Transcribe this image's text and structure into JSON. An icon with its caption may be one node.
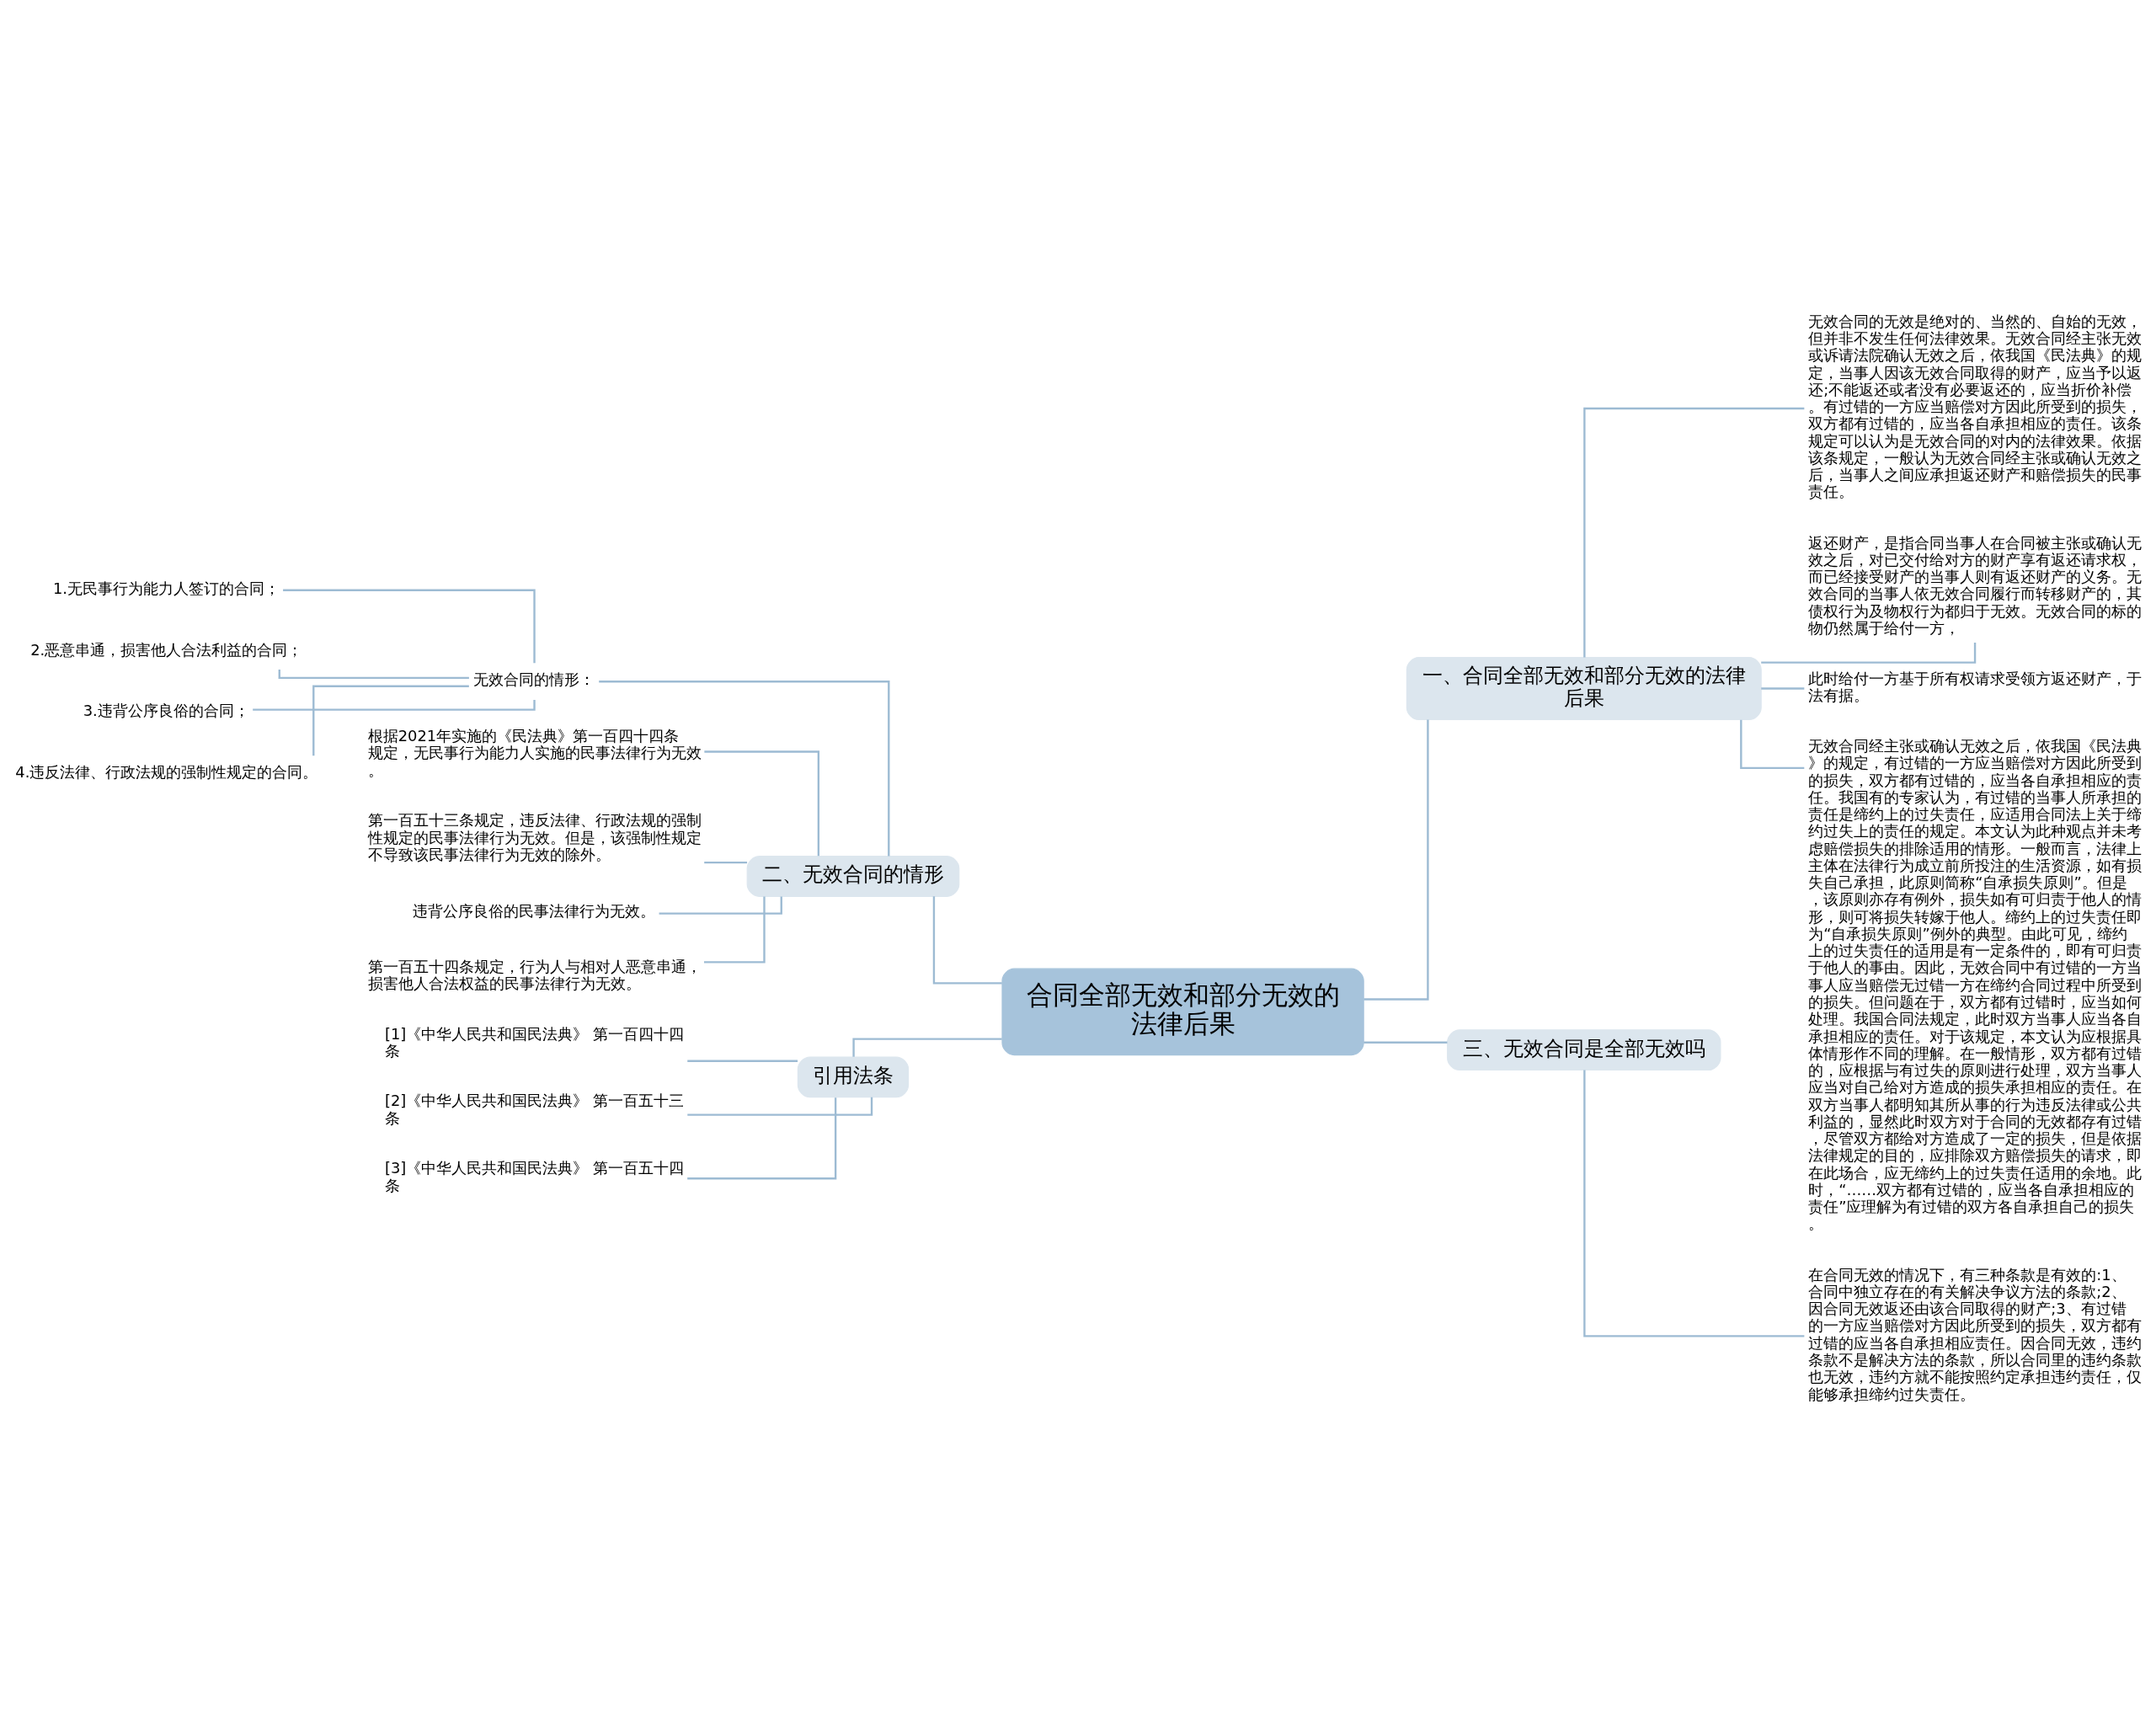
{
  "diagram": {
    "nodes": [
      {
        "text": [
          "合同全部无效和部分无效的法律后果"
        ]
      },
      {
        "text": [
          "一、合同全部无效和部分无效的法律后果"
        ]
      },
      {
        "text": [
          "无效合同的无效是绝对的、当然的、自始的无效，但并非不发生任何法律效果。无效合同经主张无效或诉请法院确认无效之后，依我国《民法典》的规定，当事人因该无效合同取得的财产，应当予以返还;不能返还或者没有必要返还的，应当折价补偿。有过错的一方应当赔偿对方因此所受到的损失，双方都有过错的，应当各自承担相应的责任。该条规定可以认为是无效合同的对内的法律效果。依据该条规定，一般认为无效合同经主张或确认无效之后，当事人之间应承担返还财产和赔偿损失的民事责任。"
        ]
      },
      {
        "text": [
          "返还财产，是指合同当事人在合同被主张或确认无效之后，对已交付给对方的财产享有返还请求权，而已经接受财产的当事人则有返还财产的义务。无效合同的当事人依无效合同履行而转移财产的，其债权行为及物权行为都归于无效。无效合同的标的物仍然属于给付一方，"
        ]
      },
      {
        "text": [
          "此时给付一方基于所有权请求受领方返还财产，于法有据。"
        ]
      },
      {
        "text": [
          "无效合同经主张或确认无效之后，依我国《民法典》的规定，有过错的一方应当赔偿对方因此所受到的损失，双方都有过错的，应当各自承担相应的责任。我国有的专家认为，有过错的当事人所承担的责任是缔约上的过失责任，应适用合同法上关于缔约过失上的责任的规定。本文认为此种观点并未考虑赔偿损失的排除适用的情形。一般而言，法律上主体在法律行为成立前所投注的生活资源，如有损失自己承担，此原则简称“自承损失原则”。但是，该原则亦存有例外，损失如有可归责于他人的情形，则可将损失转嫁于他人。缔约上的过失责任即为“自承损失原则”例外的典型。由此可见，缔约上的过失责任的适用是有一定条件的，即有可归责于他人的事由。因此，无效合同中有过错的一方当事人应当赔偿无过错一方在缔约合同过程中所受到的损失。但问题在于，双方都有过错时，应当如何处理。我国合同法规定，此时双方当事人应当各自承担相应的责任。对于该规定，本文认为应根据具体情形作不同的理解。在一般情形，双方都有过错的，应根据与有过失的原则进行处理，双方当事人应当对自己给对方造成的损失承担相应的责任。在双方当事人都明知其所从事的行为违反法律或公共利益的，显然此时双方对于合同的无效都存有过错，尽管双方都给对方造成了一定的损失，但是依据法律规定的目的，应排除双方赔偿损失的请求，即在此场合，应无缔约上的过失责任适用的余地。此时，“……双方都有过错的，应当各自承担相应的责任”应理解为有过错的双方各自承担自己的损失。"
        ]
      },
      {
        "text": [
          "二、无效合同的情形"
        ]
      },
      {
        "text": [
          "无效合同的情形："
        ]
      },
      {
        "text": [
          "1.无民事行为能力人签订的合同；"
        ]
      },
      {
        "text": [
          "2.恶意串通，损害他人合法利益的合同；"
        ]
      },
      {
        "text": [
          "3.违背公序良俗的合同；"
        ]
      },
      {
        "text": [
          "4.违反法律、行政法规的强制性规定的合同。"
        ]
      },
      {
        "text": [
          "根据2021年实施的《民法典》第一百四十四条规定，无民事行为能力人实施的民事法律行为无效。"
        ]
      },
      {
        "text": [
          "第一百五十三条规定，违反法律、行政法规的强制性规定的民事法律行为无效。但是，该强制性规定不导致该民事法律行为无效的除外。"
        ]
      },
      {
        "text": [
          "违背公序良俗的民事法律行为无效。"
        ]
      },
      {
        "text": [
          "第一百五十四条规定，行为人与相对人恶意串通，损害他人合法权益的民事法律行为无效。"
        ]
      },
      {
        "text": [
          "引用法条"
        ]
      },
      {
        "text": [
          "[1]《中华人民共和国民法典》 第一百四十四条"
        ]
      },
      {
        "text": [
          "[2]《中华人民共和国民法典》 第一百五十三条"
        ]
      },
      {
        "text": [
          "[3]《中华人民共和国民法典》 第一百五十四条"
        ]
      },
      {
        "text": [
          "三、无效合同是全部无效吗"
        ]
      },
      {
        "text": [
          "在合同无效的情况下，有三种条款是有效的:1、合同中独立存在的有关解决争议方法的条款;2、因合同无效返还由该合同取得的财产;3、有过错的一方应当赔偿对方因此所受到的损失，双方都有过错的应当各自承担相应责任。因合同无效，违约条款不是解决方法的条款，所以合同里的违约条款也无效，违约方就不能按照约定承担违约责任，仅能够承担缔约过失责任。"
        ]
      }
    ],
    "edges": [
      {
        "from": 0,
        "to": 1,
        "arrow": "none"
      },
      {
        "from": 1,
        "to": 2,
        "arrow": "none"
      },
      {
        "from": 1,
        "to": 3,
        "arrow": "none"
      },
      {
        "from": 1,
        "to": 4,
        "arrow": "none"
      },
      {
        "from": 1,
        "to": 5,
        "arrow": "none"
      },
      {
        "from": 0,
        "to": 6,
        "arrow": "none"
      },
      {
        "from": 6,
        "to": 7,
        "arrow": "none"
      },
      {
        "from": 7,
        "to": 8,
        "arrow": "none"
      },
      {
        "from": 7,
        "to": 9,
        "arrow": "none"
      },
      {
        "from": 7,
        "to": 10,
        "arrow": "none"
      },
      {
        "from": 7,
        "to": 11,
        "arrow": "none"
      },
      {
        "from": 6,
        "to": 12,
        "arrow": "none"
      },
      {
        "from": 6,
        "to": 13,
        "arrow": "none"
      },
      {
        "from": 6,
        "to": 14,
        "arrow": "none"
      },
      {
        "from": 6,
        "to": 15,
        "arrow": "none"
      },
      {
        "from": 0,
        "to": 16,
        "arrow": "none"
      },
      {
        "from": 16,
        "to": 17,
        "arrow": "none"
      },
      {
        "from": 16,
        "to": 18,
        "arrow": "none"
      },
      {
        "from": 16,
        "to": 19,
        "arrow": "none"
      },
      {
        "from": 0,
        "to": 20,
        "arrow": "none"
      },
      {
        "from": 20,
        "to": 21,
        "arrow": "none"
      }
    ]
  }
}
